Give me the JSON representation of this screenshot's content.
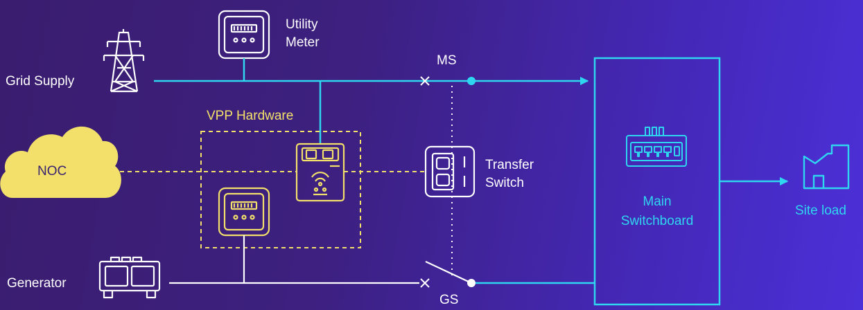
{
  "labels": {
    "grid_supply": "Grid Supply",
    "utility_meter_line1": "Utility",
    "utility_meter_line2": "Meter",
    "ms": "MS",
    "gs": "GS",
    "vpp_hardware": "VPP Hardware",
    "noc": "NOC",
    "transfer_switch_line1": "Transfer",
    "transfer_switch_line2": "Switch",
    "main_switchboard_line1": "Main",
    "main_switchboard_line2": "Switchboard",
    "site_load": "Site load",
    "generator": "Generator"
  },
  "colors": {
    "line": "#2fd6f0",
    "vpp": "#f2e06a",
    "white": "#ffffff",
    "noc_cloud": "#f2e06a",
    "noc_text": "#3a2370"
  }
}
